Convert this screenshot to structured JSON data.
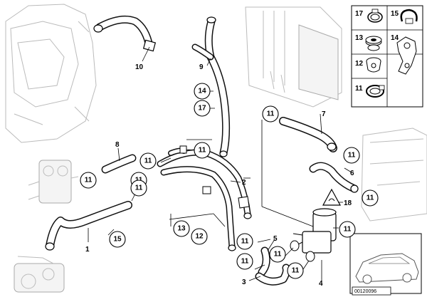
{
  "diagram": {
    "reference_code": "00120096",
    "part_labels": {
      "p1": "1",
      "p2": "2",
      "p3": "3",
      "p4": "4",
      "p5": "5",
      "p6": "6",
      "p7": "7",
      "p8": "8",
      "p9": "9",
      "p10": "10",
      "p18": "18"
    },
    "callouts": {
      "c11": "11",
      "c12": "12",
      "c13": "13",
      "c14": "14",
      "c15": "15",
      "c17": "17"
    },
    "legend": {
      "l17": "17",
      "l15": "15",
      "l13": "13",
      "l14": "14",
      "l12": "12",
      "l11": "11"
    }
  }
}
